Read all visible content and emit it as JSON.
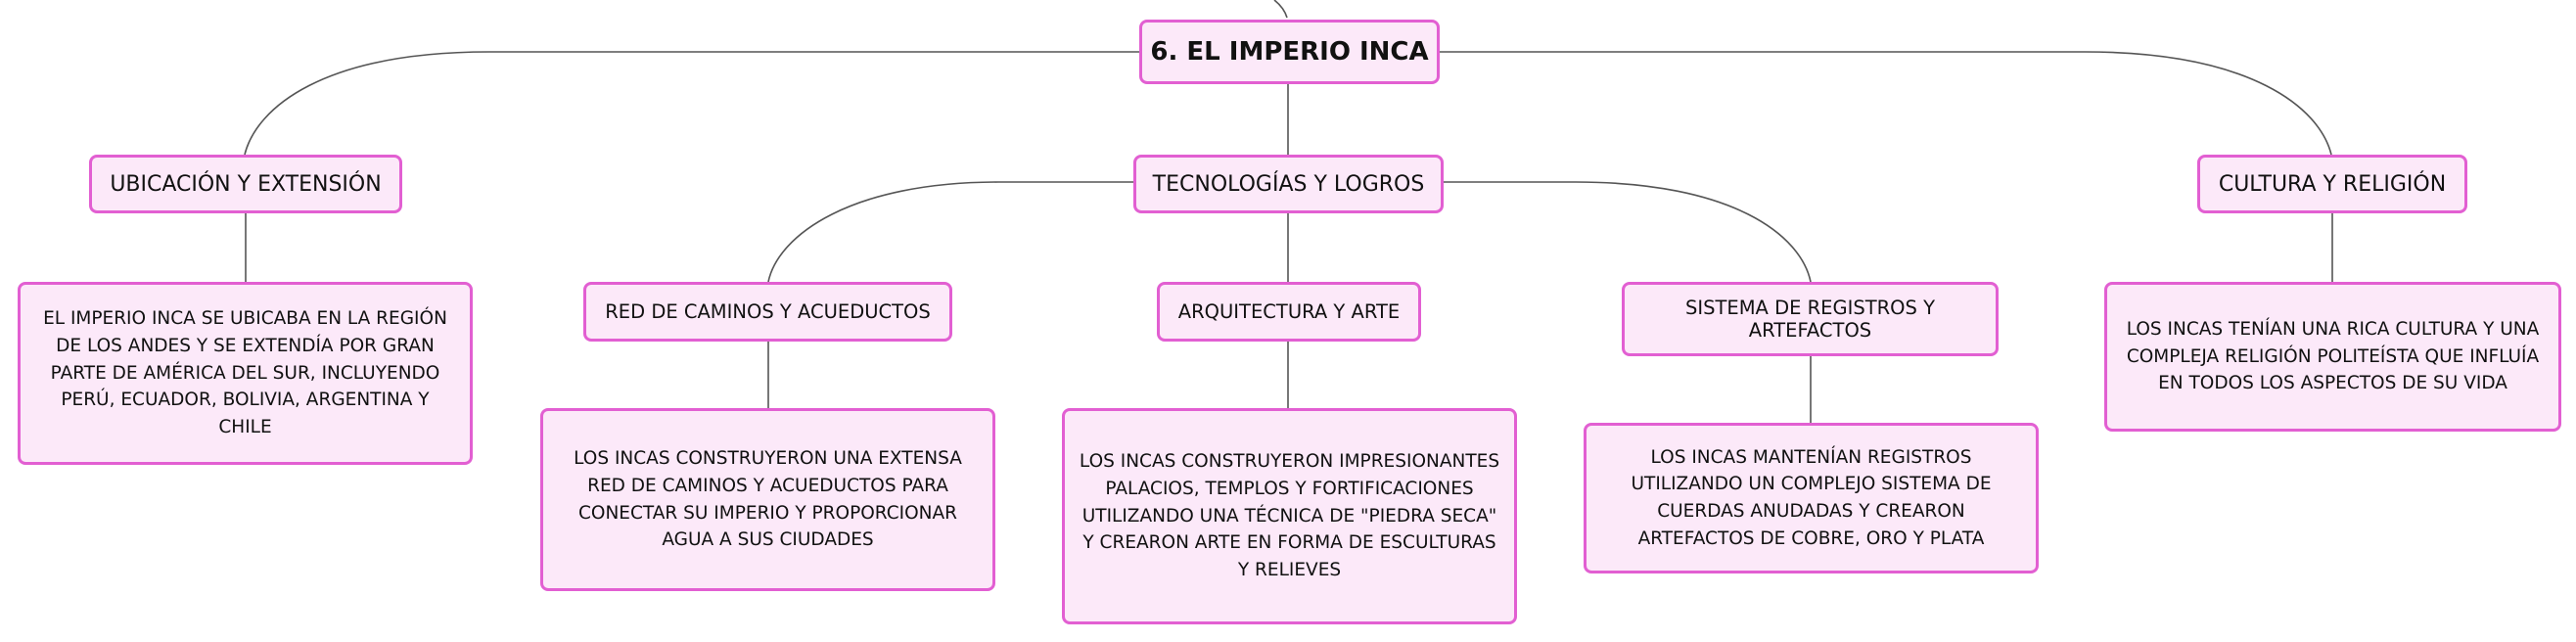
{
  "diagram": {
    "root": {
      "label": "6. EL IMPERIO INCA"
    },
    "ubicacion": {
      "label": "UBICACIÓN Y EXTENSIÓN",
      "description": "EL IMPERIO INCA SE UBICABA EN LA REGIÓN DE LOS ANDES Y SE EXTENDÍA POR GRAN PARTE DE AMÉRICA DEL SUR, INCLUYENDO PERÚ, ECUADOR, BOLIVIA, ARGENTINA Y CHILE"
    },
    "tecnologias": {
      "label": "TECNOLOGÍAS Y LOGROS",
      "caminos": {
        "label": "RED DE CAMINOS Y ACUEDUCTOS",
        "description": "LOS INCAS CONSTRUYERON UNA EXTENSA RED DE CAMINOS Y ACUEDUCTOS PARA CONECTAR SU IMPERIO Y PROPORCIONAR AGUA A SUS CIUDADES"
      },
      "arquitectura": {
        "label": "ARQUITECTURA Y ARTE",
        "description": "LOS INCAS CONSTRUYERON IMPRESIONANTES PALACIOS, TEMPLOS Y FORTIFICACIONES UTILIZANDO UNA TÉCNICA DE \"PIEDRA SECA\" Y CREARON ARTE EN FORMA DE ESCULTURAS Y RELIEVES"
      },
      "registros": {
        "label": "SISTEMA DE REGISTROS Y ARTEFACTOS",
        "description": "LOS INCAS MANTENÍAN REGISTROS UTILIZANDO UN COMPLEJO SISTEMA DE CUERDAS ANUDADAS Y CREARON ARTEFACTOS DE COBRE, ORO Y PLATA"
      }
    },
    "cultura": {
      "label": "CULTURA Y RELIGIÓN",
      "description": "LOS INCAS TENÍAN UNA RICA CULTURA Y UNA COMPLEJA RELIGIÓN POLITEÍSTA QUE INFLUÍA EN TODOS LOS ASPECTOS DE SU VIDA"
    },
    "colors": {
      "node_fill": "#fce9f9",
      "node_border": "#e25fd2",
      "connector": "#555555"
    }
  }
}
